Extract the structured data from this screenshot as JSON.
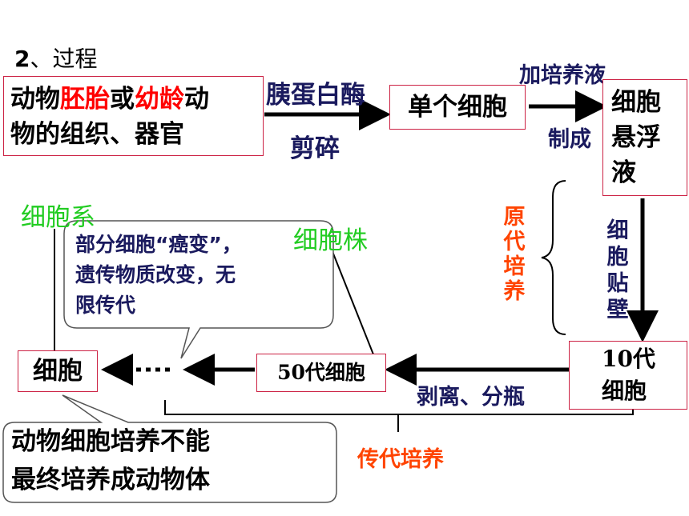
{
  "heading": {
    "num": "2",
    "text": "、过程"
  },
  "source_box": {
    "t1": "动物",
    "t2": "胚胎",
    "t3": "或",
    "t4": "幼龄",
    "t5": "动",
    "line2": "物的组织、器官"
  },
  "arrow1": {
    "top": "胰蛋白酶",
    "bottom": "剪碎"
  },
  "single_cell_box": "单个细胞",
  "arrow2": {
    "top": "加培养液",
    "bottom": "制成"
  },
  "suspension_box": {
    "line1": "细胞",
    "line2": "悬浮",
    "line3": "液"
  },
  "primary_culture": "原代培养",
  "attach": "细胞贴壁",
  "gen10_box": {
    "line1": "10代",
    "line2": "细胞"
  },
  "arrow3_label": "剥离、分瓶",
  "gen50_box": "50代细胞",
  "cell_box": "细胞",
  "cell_line": "细胞系",
  "cell_strain": "细胞株",
  "callout_cancer": {
    "line1": "部分细胞“癌变”，",
    "line2": "遗传物质改变，无",
    "line3": "限传代"
  },
  "subculture": "传代培养",
  "callout_bottom": {
    "line1": "动物细胞培养不能",
    "line2": "最终培养成动物体"
  },
  "colors": {
    "red": "#ff0000",
    "orange": "#ff4400",
    "green": "#22cc22",
    "navy": "#1a1a5e",
    "border": "#cc2244"
  }
}
